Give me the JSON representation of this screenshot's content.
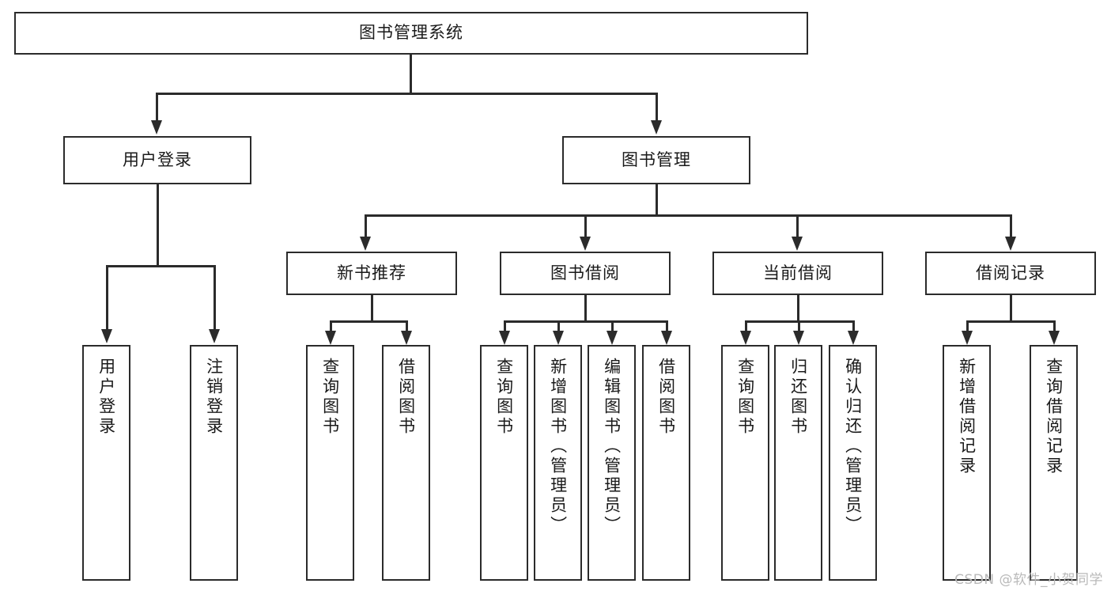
{
  "diagram": {
    "title": "图书管理系统",
    "type": "tree",
    "watermark": "CSDN @软件_小贺同学"
  },
  "nodes": {
    "root": {
      "label": "图书管理系统"
    },
    "level2": [
      {
        "id": "user-login",
        "label": "用户登录"
      },
      {
        "id": "book-manage",
        "label": "图书管理"
      }
    ],
    "level3": [
      {
        "id": "new-book-recommend",
        "label": "新书推荐"
      },
      {
        "id": "book-borrow",
        "label": "图书借阅"
      },
      {
        "id": "current-borrow",
        "label": "当前借阅"
      },
      {
        "id": "borrow-record",
        "label": "借阅记录"
      }
    ],
    "leaves": [
      {
        "id": "leaf-user-login",
        "label": "用户登录",
        "parent": "user-login"
      },
      {
        "id": "leaf-user-logout",
        "label": "注销登录",
        "parent": "user-login"
      },
      {
        "id": "leaf-query-book-1",
        "label": "查询图书",
        "parent": "new-book-recommend"
      },
      {
        "id": "leaf-borrow-book-1",
        "label": "借阅图书",
        "parent": "new-book-recommend"
      },
      {
        "id": "leaf-query-book-2",
        "label": "查询图书",
        "parent": "book-borrow"
      },
      {
        "id": "leaf-add-book",
        "label": "新增图书（管理员）",
        "parent": "book-borrow"
      },
      {
        "id": "leaf-edit-book",
        "label": "编辑图书（管理员）",
        "parent": "book-borrow"
      },
      {
        "id": "leaf-borrow-book-2",
        "label": "借阅图书",
        "parent": "book-borrow"
      },
      {
        "id": "leaf-query-book-3",
        "label": "查询图书",
        "parent": "current-borrow"
      },
      {
        "id": "leaf-return-book",
        "label": "归还图书",
        "parent": "current-borrow"
      },
      {
        "id": "leaf-confirm-return",
        "label": "确认归还（管理员）",
        "parent": "current-borrow"
      },
      {
        "id": "leaf-add-record",
        "label": "新增借阅记录",
        "parent": "borrow-record"
      },
      {
        "id": "leaf-query-record",
        "label": "查询借阅记录",
        "parent": "borrow-record"
      }
    ]
  },
  "colors": {
    "stroke": "#2b2b2b",
    "fill": "#ffffff",
    "text": "#1a1a1a",
    "watermark": "#b9b9b9"
  }
}
